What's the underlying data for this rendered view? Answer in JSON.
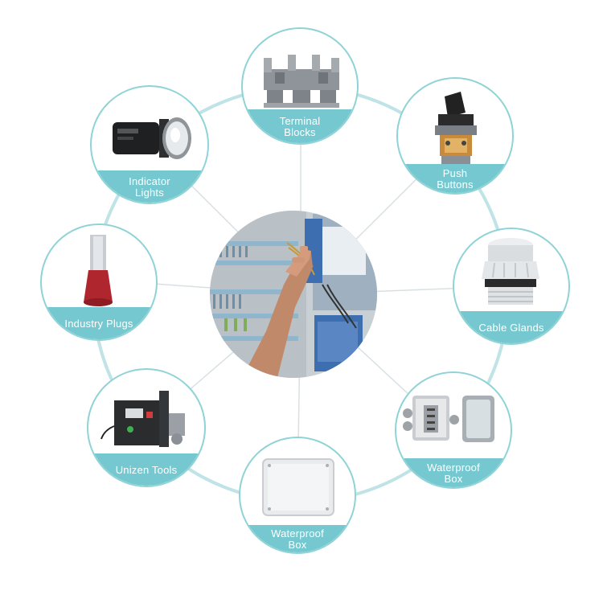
{
  "colors": {
    "ring": "#bfe3e6",
    "band": "#75c8cf",
    "spoke": "#d9e0e3",
    "node_border": "#8fd3d6"
  },
  "center": {
    "icon": "electrician-wiring-panel-photo"
  },
  "items": [
    {
      "id": "terminal-blocks",
      "label": "Terminal\nBlocks",
      "icon": "terminal-block-icon"
    },
    {
      "id": "push-buttons",
      "label": "Push\nButtons",
      "icon": "push-button-icon"
    },
    {
      "id": "cable-glands",
      "label": "Cable Glands",
      "icon": "cable-gland-icon"
    },
    {
      "id": "waterproof-box-open",
      "label": "Waterproof\nBox",
      "icon": "open-junction-box-icon"
    },
    {
      "id": "waterproof-box",
      "label": "Waterproof\nBox",
      "icon": "junction-box-icon"
    },
    {
      "id": "unizen-tools",
      "label": "Unizen Tools",
      "icon": "crimping-machine-icon"
    },
    {
      "id": "industry-plugs",
      "label": "Industry Plugs",
      "icon": "ferrule-icon"
    },
    {
      "id": "indicator-lights",
      "label": "Indicator\nLights",
      "icon": "indicator-light-icon"
    }
  ]
}
